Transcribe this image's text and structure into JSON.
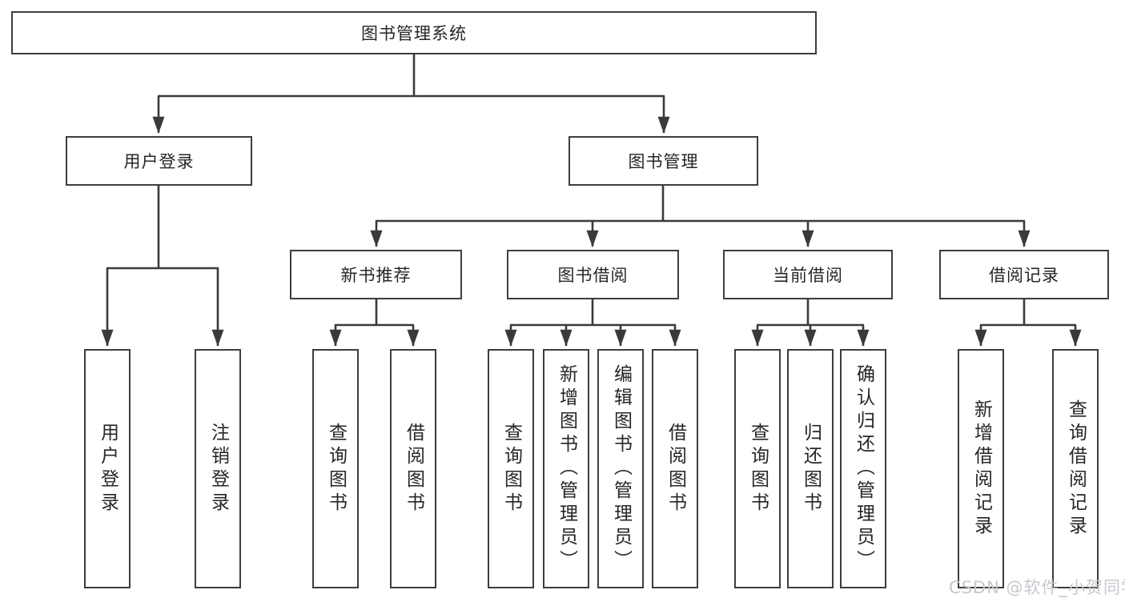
{
  "diagram": {
    "type": "tree",
    "root": {
      "label": "图书管理系统"
    },
    "children": [
      {
        "label": "用户登录",
        "children": [
          "用户登录",
          "注销登录"
        ]
      },
      {
        "label": "图书管理",
        "children": [
          {
            "label": "新书推荐",
            "children": [
              "查询图书",
              "借阅图书"
            ]
          },
          {
            "label": "图书借阅",
            "children": [
              "查询图书",
              "新增图书（管理员）",
              "编辑图书（管理员）",
              "借阅图书"
            ]
          },
          {
            "label": "当前借阅",
            "children": [
              "查询图书",
              "归还图书",
              "确认归还（管理员）"
            ]
          },
          {
            "label": "借阅记录",
            "children": [
              "新增借阅记录",
              "查询借阅记录"
            ]
          }
        ]
      }
    ]
  },
  "watermark": "CSDN @软件_小贺同学",
  "colors": {
    "line": "#3a3a3a",
    "box_border": "#3d3d3d",
    "text": "#262626",
    "background": "#ffffff",
    "watermark": "#c5c8cd"
  }
}
